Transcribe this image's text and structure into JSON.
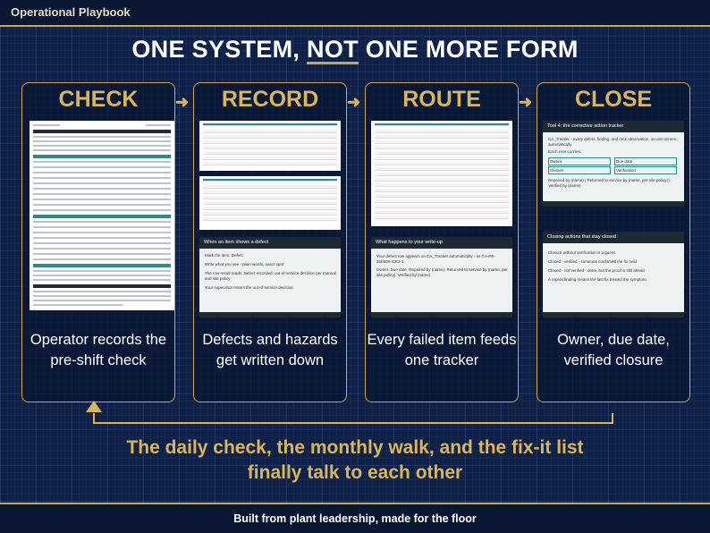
{
  "header": {
    "title": "Operational Playbook"
  },
  "headline": {
    "before": "ONE SYSTEM, ",
    "underlined": "NOT",
    "after": " ONE MORE FORM"
  },
  "steps": [
    {
      "label": "CHECK",
      "caption": "Operator records the pre-shift check"
    },
    {
      "label": "RECORD",
      "caption": "Defects and hazards get written down"
    },
    {
      "label": "ROUTE",
      "caption": "Every failed item feeds one tracker"
    },
    {
      "label": "CLOSE",
      "caption": "Owner, due date, verified closure"
    }
  ],
  "arrow_glyph": "➜",
  "record_slide": {
    "title": "When an item shows a defect",
    "bullets": [
      "Mark the item: Defect",
      "Write what you see - plain words, exact spot",
      "The row result reads: Defect recorded: out-of-service decision per manual and site policy",
      "Your supervisor enters the out-of-service decision"
    ]
  },
  "route_slide": {
    "title": "What happens to your write-up",
    "lines": [
      "Your defect row appears on CA_Tracker automatically - as CA-PS-260908-ICE2-1",
      "Owner. Due date. Repaired by (name). Returned to service by (name, per site policy). Verified by (name)."
    ]
  },
  "close_slide_1": {
    "title": "Tool 4: the corrective action tracker",
    "intro": "CA_Tracker - every defect, finding, and rack observation, on one screen, automatically",
    "each_row": "Each row carries:",
    "cells": [
      "Owner",
      "Due date",
      "Closure",
      "Verification"
    ],
    "foot": "Repaired by (name) | Returned to service by (name, per site policy) | Verified by (name)"
  },
  "close_slide_2": {
    "title": "Closing actions that stay closed",
    "lines": [
      "Closure without verification is a guess",
      "Closed - verified - someone confirmed the fix held",
      "Closed - not verified - done, but the proof is still ahead",
      "A repeat finding means the last fix treated the symptom"
    ]
  },
  "tagline": {
    "line1": "The daily check, the monthly walk, and the fix-it list",
    "line2": "finally talk to each other"
  },
  "footer": {
    "text": "Built from plant leadership, made for the floor"
  },
  "colors": {
    "gold": "#d9b65a",
    "navy": "#0f2147",
    "teal": "#2f8a86"
  }
}
